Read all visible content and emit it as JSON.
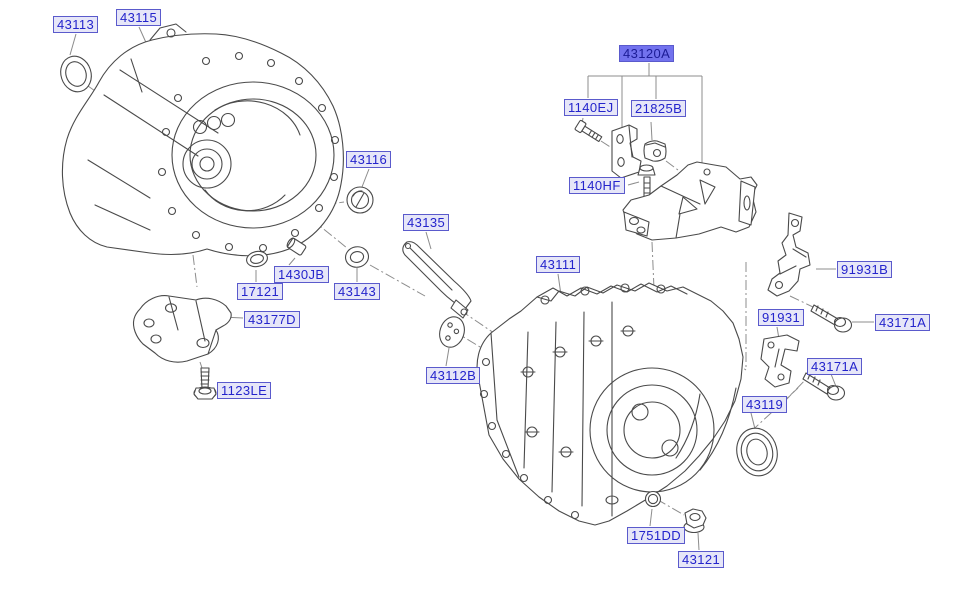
{
  "styles": {
    "page_bg": "#ffffff",
    "line_color": "#4a4a4a",
    "leader_color": "#8c8c8c",
    "label_text": "#2424cc",
    "label_bg": "#e6e6f8",
    "label_border": "#5a5acc",
    "selected_label_bg": "#7272ee",
    "selected_label_text": "#1c1c96"
  },
  "diagram": {
    "selected_part": "43120A",
    "labels": [
      {
        "code": "43113",
        "selected": false
      },
      {
        "code": "43115",
        "selected": false
      },
      {
        "code": "43116",
        "selected": false
      },
      {
        "code": "43135",
        "selected": false
      },
      {
        "code": "1430JB",
        "selected": false
      },
      {
        "code": "17121",
        "selected": false
      },
      {
        "code": "43143",
        "selected": false
      },
      {
        "code": "43177D",
        "selected": false
      },
      {
        "code": "1123LE",
        "selected": false
      },
      {
        "code": "43112B",
        "selected": false
      },
      {
        "code": "43120A",
        "selected": true
      },
      {
        "code": "1140EJ",
        "selected": false
      },
      {
        "code": "21825B",
        "selected": false
      },
      {
        "code": "1140HF",
        "selected": false
      },
      {
        "code": "43111",
        "selected": false
      },
      {
        "code": "91931B",
        "selected": false
      },
      {
        "code": "91931",
        "selected": false
      },
      {
        "code": "43171A",
        "selected": false
      },
      {
        "code": "43171A",
        "selected": false
      },
      {
        "code": "43119",
        "selected": false
      },
      {
        "code": "1751DD",
        "selected": false
      },
      {
        "code": "43121",
        "selected": false
      }
    ]
  }
}
